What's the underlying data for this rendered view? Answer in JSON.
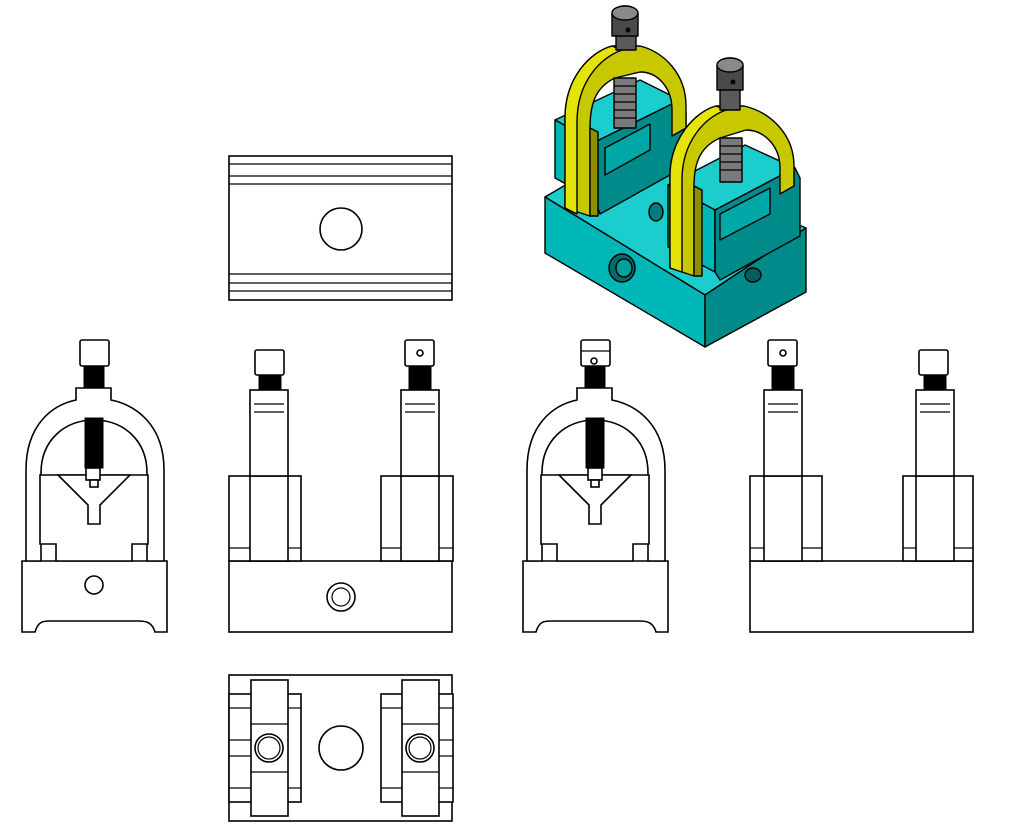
{
  "colors": {
    "line": "#000000",
    "paper": "#ffffff",
    "base_front": "#00b7b7",
    "base_top": "#1ccdcd",
    "base_side": "#008b8b",
    "clamp_face": "#c8c800",
    "clamp_light": "#e4e40a",
    "clamp_dark": "#8e8e00",
    "screw": "#7a7a7a",
    "screw_dark": "#4a4a4a"
  },
  "views": [
    {
      "name": "top-view"
    },
    {
      "name": "isometric-view"
    },
    {
      "name": "left-side-view"
    },
    {
      "name": "front-view"
    },
    {
      "name": "right-side-view"
    },
    {
      "name": "rear-view"
    },
    {
      "name": "bottom-view"
    }
  ]
}
